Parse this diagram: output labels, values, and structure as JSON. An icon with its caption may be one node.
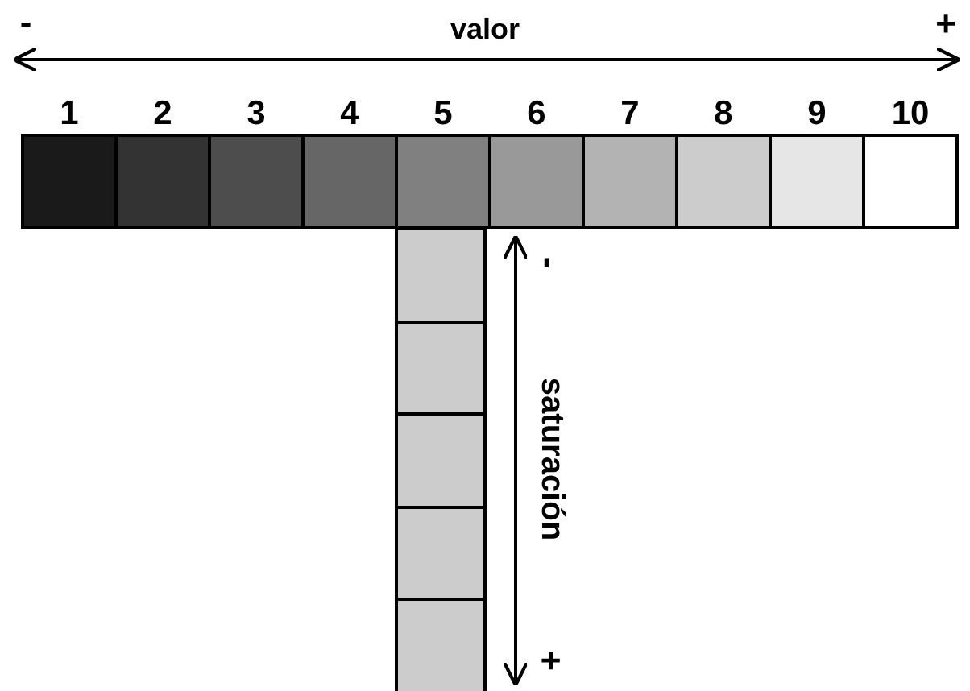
{
  "diagram": {
    "labels": [
      "-",
      "valor",
      "+",
      "1",
      "2",
      "3",
      "4",
      "5",
      "6",
      "7",
      "8",
      "9",
      "10",
      "-",
      "saturación",
      "+"
    ]
  }
}
